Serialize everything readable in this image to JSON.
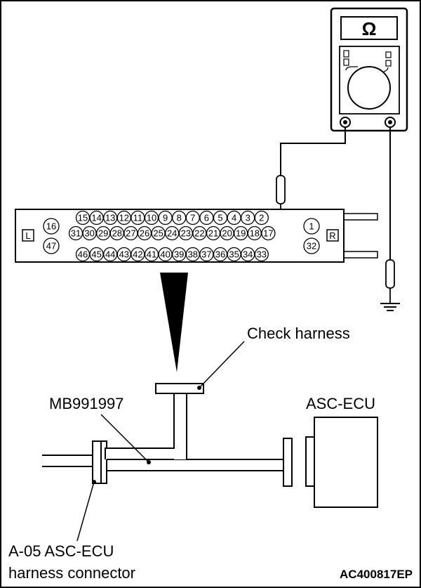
{
  "meter": {
    "symbol": "Ω"
  },
  "connector": {
    "left_letter": "L",
    "right_letter": "R",
    "row_top": [
      "15",
      "14",
      "13",
      "12",
      "11",
      "10",
      "9",
      "8",
      "7",
      "6",
      "5",
      "4",
      "3",
      "2"
    ],
    "row_mid": [
      "31",
      "30",
      "29",
      "28",
      "27",
      "26",
      "25",
      "24",
      "23",
      "22",
      "21",
      "20",
      "19",
      "18",
      "17"
    ],
    "row_bot": [
      "46",
      "45",
      "44",
      "43",
      "42",
      "41",
      "40",
      "39",
      "38",
      "37",
      "36",
      "35",
      "34",
      "33"
    ],
    "left_top": "16",
    "left_bot": "47",
    "right_top": "1",
    "right_bot": "32"
  },
  "labels": {
    "check_harness": "Check harness",
    "mb": "MB991997",
    "asc_ecu": "ASC-ECU",
    "harness_line1": "A-05 ASC-ECU",
    "harness_line2": "harness connector",
    "code": "AC400817EP"
  }
}
